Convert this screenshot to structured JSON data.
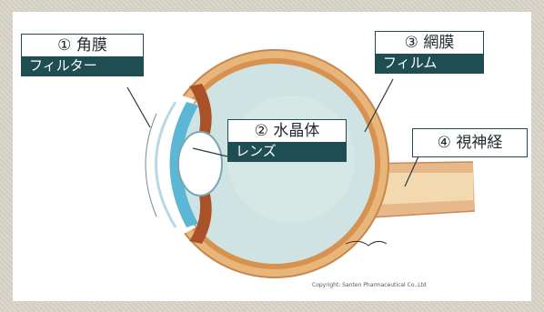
{
  "labels": {
    "cornea": {
      "number_label": "① 角膜",
      "role": "フィルター"
    },
    "lens": {
      "number_label": "② 水晶体",
      "role": "レンズ"
    },
    "retina": {
      "number_label": "③ 網膜",
      "role": "フィルム"
    },
    "optic_nerve": {
      "number_label": "④ 視神経"
    }
  },
  "copyright": "Copyright: Santen Pharmaceutical Co.,Ltd",
  "colors": {
    "label_border": "#1f4e52",
    "label_fill": "#1f4e52",
    "vitreous": "#cfe4e2",
    "sclera": "#e8b57a",
    "cornea": "#5cb6d6"
  }
}
